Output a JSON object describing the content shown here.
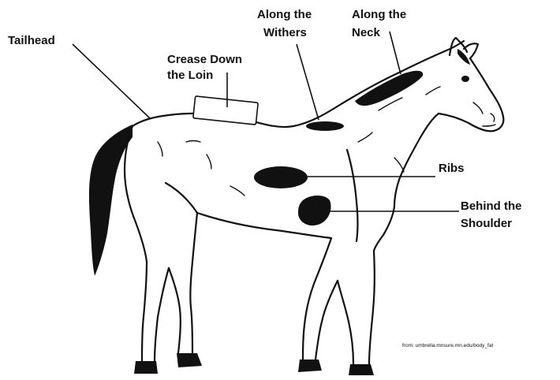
{
  "labels": {
    "tailhead": "Tailhead",
    "crease_line1": "Crease Down",
    "crease_line2": "the Loin",
    "withers_line1": "Along the",
    "withers_line2": "Withers",
    "neck_line1": "Along the",
    "neck_line2": "Neck",
    "ribs": "Ribs",
    "shoulder_line1": "Behind the",
    "shoulder_line2": "Shoulder"
  },
  "source_text": "from: umbrella.mnsure.mn.edu/body_fat"
}
